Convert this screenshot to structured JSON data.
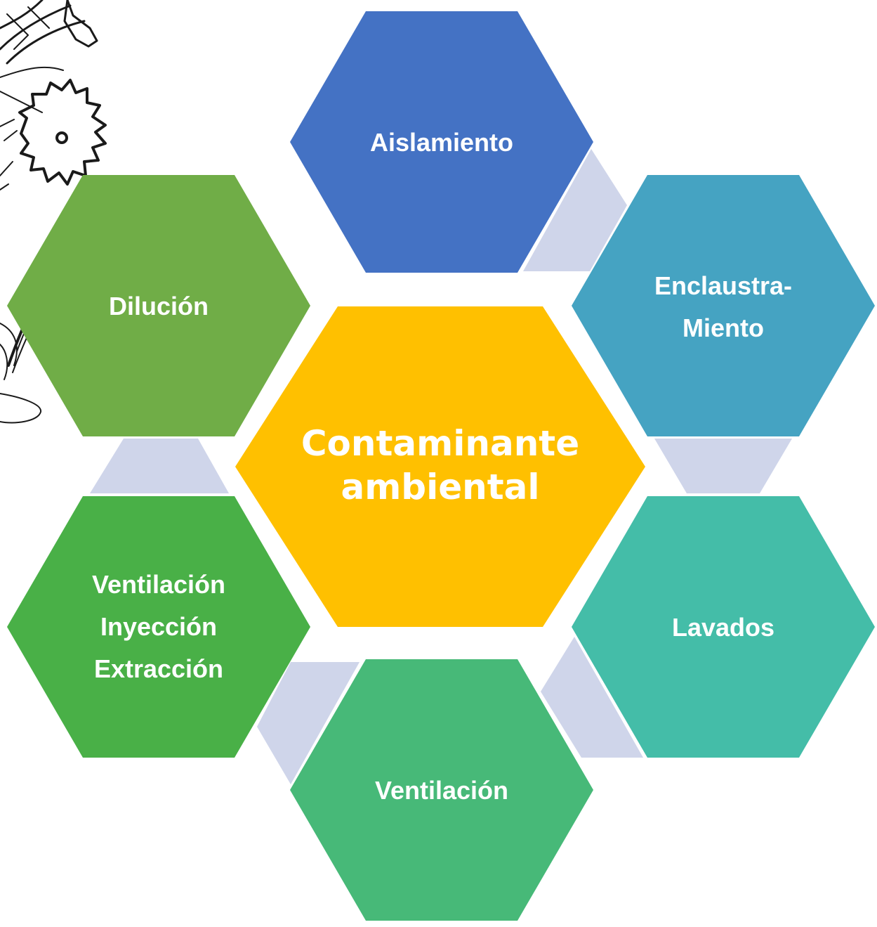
{
  "diagram": {
    "center": {
      "lines": [
        "Contaminante",
        "ambiental"
      ],
      "color": "#FFC000"
    },
    "hexagons": [
      {
        "id": "aislamiento",
        "lines": [
          "Aislamiento"
        ],
        "color": "#4472C4"
      },
      {
        "id": "enclaustramiento",
        "lines": [
          "Enclaustra-",
          "Miento"
        ],
        "color": "#45A3C2"
      },
      {
        "id": "lavados",
        "lines": [
          "Lavados"
        ],
        "color": "#44BDA8"
      },
      {
        "id": "ventilacion",
        "lines": [
          "Ventilación"
        ],
        "color": "#47B978"
      },
      {
        "id": "ventilacion-inyeccion-extraccion",
        "lines": [
          "Ventilación",
          "Inyección",
          "Extracción"
        ],
        "color": "#49B047"
      },
      {
        "id": "dilucion",
        "lines": [
          "Dilución"
        ],
        "color": "#70AD47"
      }
    ],
    "connector_color": "#CFD5EA",
    "decoration": "saw-sketch"
  }
}
